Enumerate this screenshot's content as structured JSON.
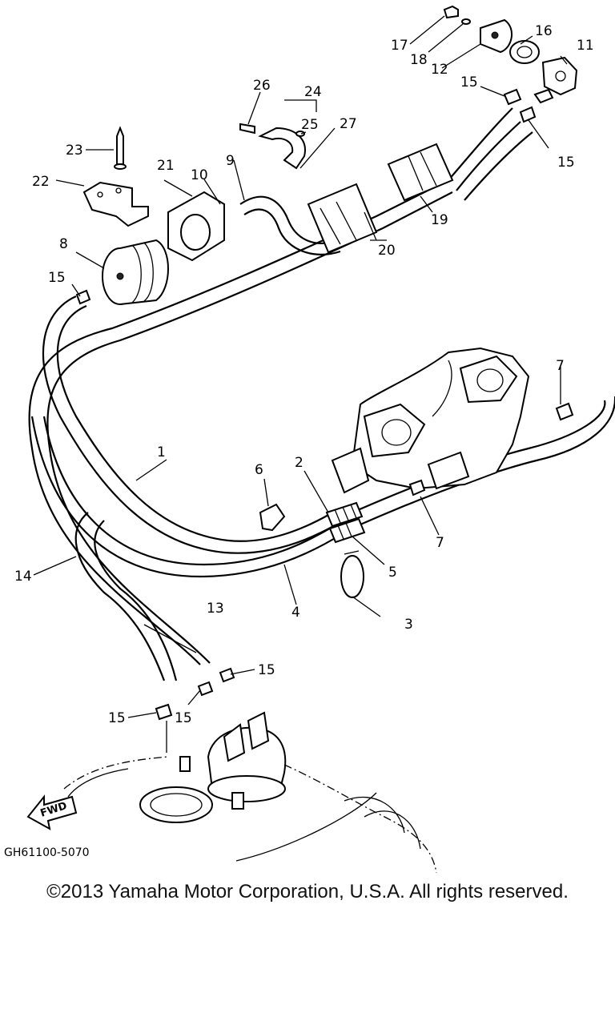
{
  "diagram": {
    "part_labels": {
      "p1": "1",
      "p2": "2",
      "p3": "3",
      "p4": "4",
      "p5": "5",
      "p6": "6",
      "p7a": "7",
      "p7b": "7",
      "p8": "8",
      "p9": "9",
      "p10": "10",
      "p11": "11",
      "p12": "12",
      "p13": "13",
      "p14": "14",
      "p15a": "15",
      "p15b": "15",
      "p15c": "15",
      "p15d": "15",
      "p15e": "15",
      "p15f": "15",
      "p16": "16",
      "p17": "17",
      "p18": "18",
      "p19": "19",
      "p20": "20",
      "p21": "21",
      "p22": "22",
      "p23": "23",
      "p24": "24",
      "p25": "25",
      "p26": "26",
      "p27": "27"
    },
    "fwd_label": "FWD",
    "drawing_code": "GH61100-5070"
  },
  "footer": {
    "copyright": "©2013 Yamaha Motor Corporation, U.S.A. All rights reserved."
  }
}
